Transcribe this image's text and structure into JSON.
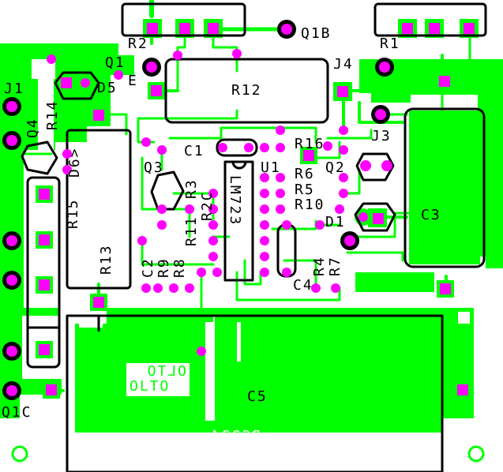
{
  "board": {
    "background": "#ffffff",
    "copper_color": "#00ff00",
    "silk_color": "#000000",
    "drill_color": "#ff00ff"
  },
  "labels": {
    "q1b": "Q1B",
    "r2": "R2",
    "r1": "R1",
    "q1": "Q1",
    "e": "E",
    "j4": "J4",
    "j1": "J1",
    "r14": "R14",
    "d5": "D5",
    "r12": "R12",
    "q4": "Q4",
    "d6": "D6>",
    "j3": "J3",
    "c1": "C1",
    "r16": "R16",
    "q3": "Q3",
    "u1": "U1",
    "q2": "Q2",
    "r6": "R6",
    "r3": "R3",
    "r5": "R5",
    "r2c": "R2C",
    "lm723": "LM723",
    "r10": "R10",
    "r15": "R15",
    "c3": "C3",
    "r11": "R11",
    "d1": "D1",
    "r13": "R13",
    "c2": "C2",
    "r9": "R9",
    "r8": "R8",
    "r4": "R4",
    "r7": "R7",
    "c4": "C4",
    "c5": "C5",
    "q1c": "Q1C",
    "olto1": "OLTO",
    "olto2": "OLTO",
    "ps": "PS224"
  }
}
